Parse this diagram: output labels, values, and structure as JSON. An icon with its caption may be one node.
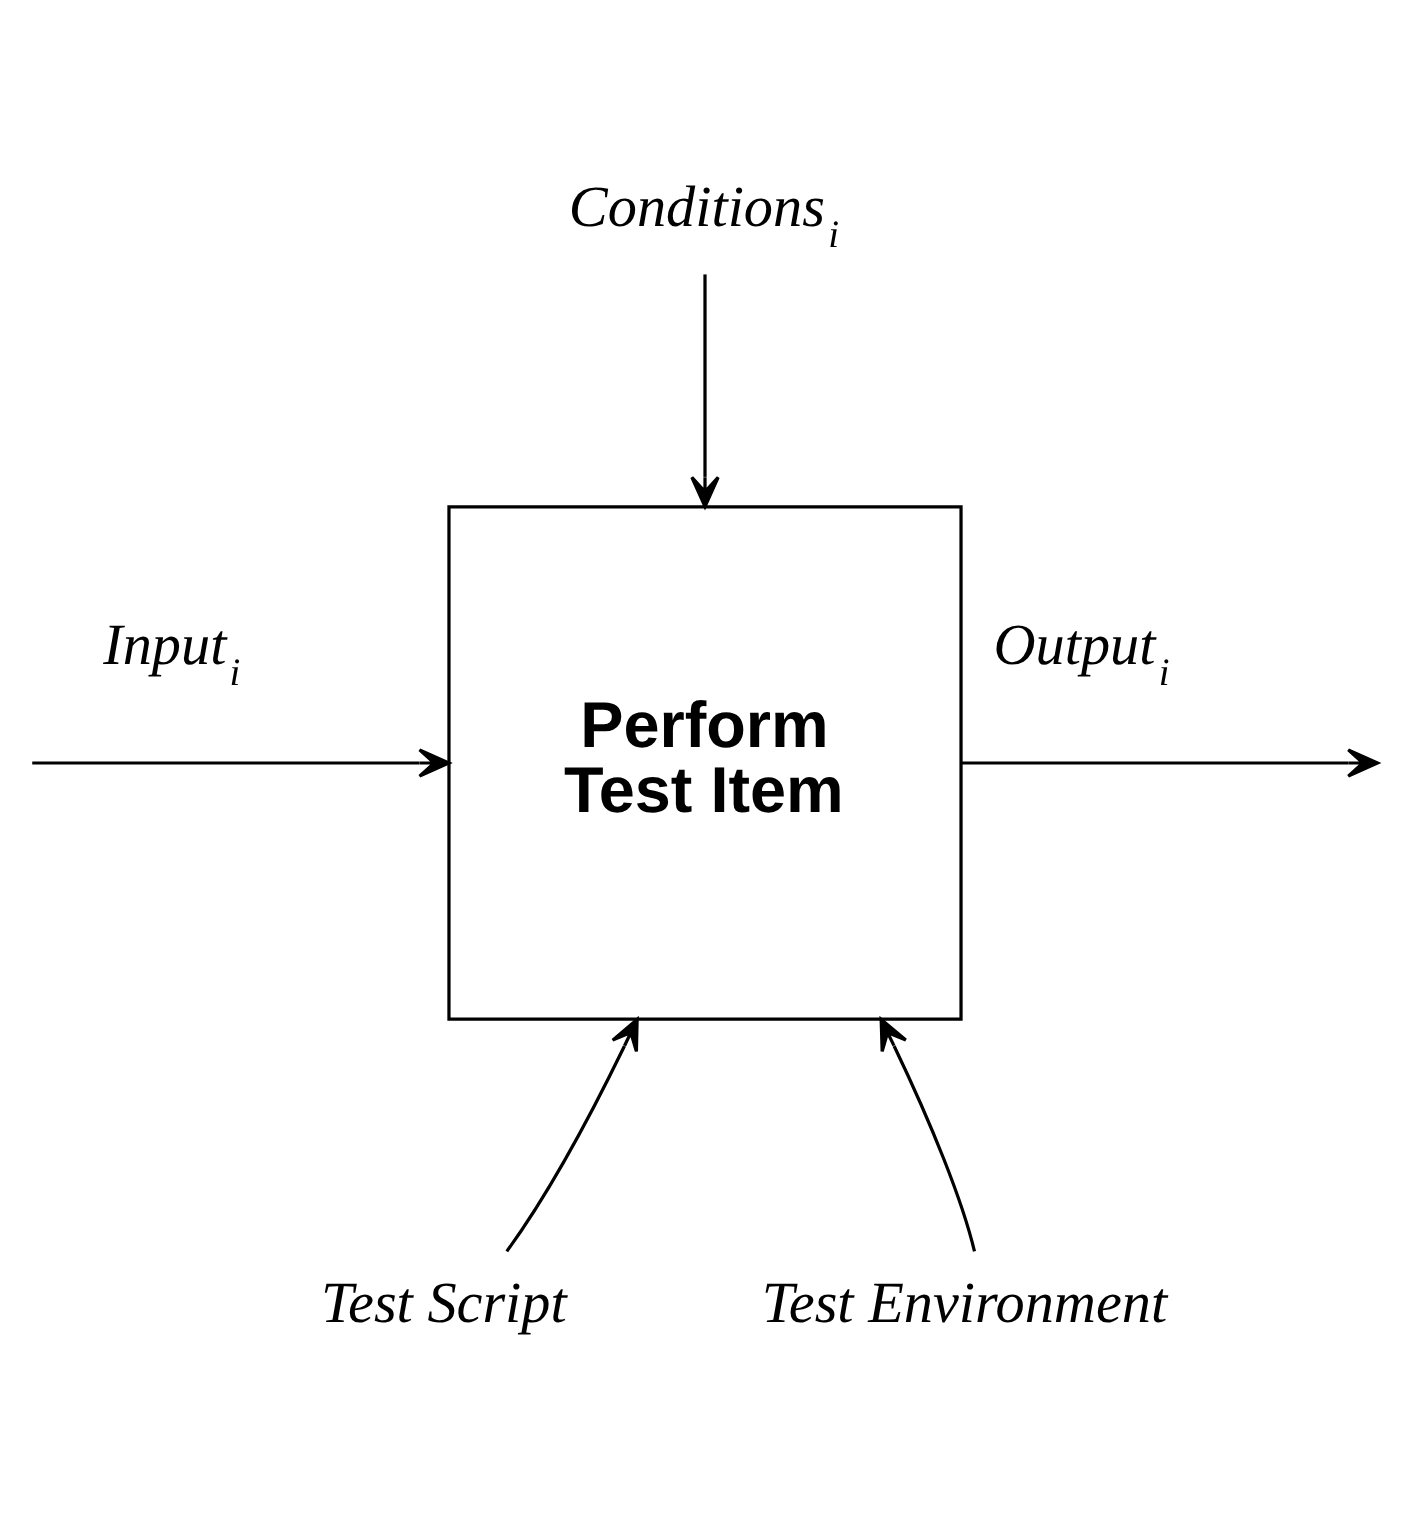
{
  "diagram": {
    "nodes": [
      {
        "text": [
          "Perform Test Item"
        ]
      },
      {
        "text": [
          "Conditions$_{i}$"
        ]
      },
      {
        "text": [
          "Test Script"
        ]
      },
      {
        "text": [
          "Test Environment"
        ]
      }
    ],
    "edges": [
      {
        "from": 1,
        "to": 0,
        "arrow": "to"
      },
      {
        "from": null,
        "to": 0,
        "arrow": "to",
        "label": "Input$_{i}$"
      },
      {
        "from": 0,
        "to": null,
        "arrow": "to",
        "label": "Output$_{i}$"
      },
      {
        "from": 2,
        "to": 0,
        "arrow": "to"
      },
      {
        "from": 3,
        "to": 0,
        "arrow": "to"
      }
    ]
  }
}
